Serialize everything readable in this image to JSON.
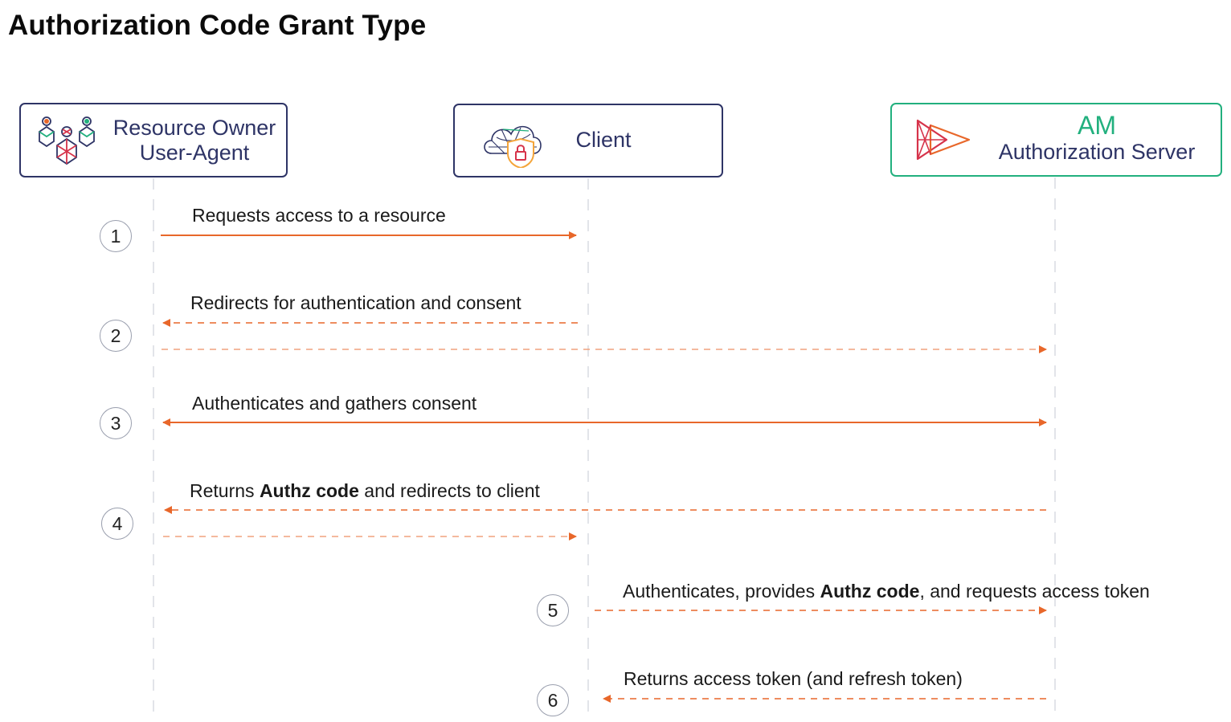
{
  "title": "Authorization Code Grant Type",
  "colors": {
    "navy": "#2e3466",
    "green": "#22b07e",
    "arrow_orange": "#e8672a",
    "lifeline": "#d9dbe2"
  },
  "actors": {
    "owner": {
      "line1": "Resource Owner",
      "line2": "User-Agent",
      "icon": "people-icon"
    },
    "client": {
      "label": "Client",
      "icon": "cloud-lock-icon"
    },
    "server": {
      "line1": "AM",
      "line2": "Authorization Server",
      "icon": "am-logo-icon"
    }
  },
  "steps": [
    {
      "number": "1",
      "label": "Requests access to a resource"
    },
    {
      "number": "2",
      "label": "Redirects for authentication and consent"
    },
    {
      "number": "3",
      "label": "Authenticates and gathers consent"
    },
    {
      "number": "4",
      "pre": "Returns ",
      "bold": "Authz code",
      "post": " and redirects to client"
    },
    {
      "number": "5",
      "pre": "Authenticates, provides ",
      "bold": "Authz code",
      "post": ", and requests access token"
    },
    {
      "number": "6",
      "label": "Returns access token (and refresh token)"
    }
  ]
}
